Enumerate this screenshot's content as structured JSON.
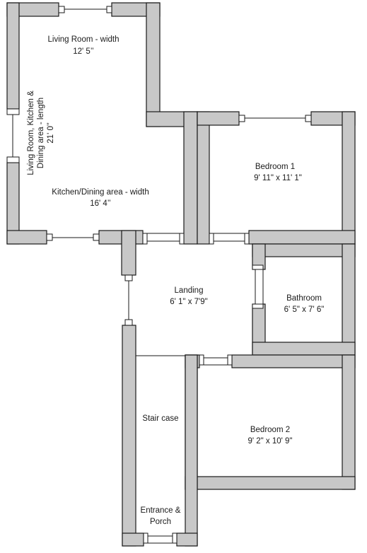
{
  "rooms": {
    "living": {
      "name": "Living Room - width",
      "size": "12' 5’’"
    },
    "length": {
      "line1": "Living Room, Kitchen &",
      "line2": "Dining area - length",
      "size": "21' 0’’"
    },
    "kitchen": {
      "name": "Kitchen/Dining area - width",
      "size": "16' 4’’"
    },
    "bedroom1": {
      "name": "Bedroom 1",
      "size": "9' 11\" x 11' 1\""
    },
    "landing": {
      "name": "Landing",
      "size": "6' 1\" x 7'9\""
    },
    "bathroom": {
      "name": "Bathroom",
      "size": "6' 5\" x 7' 6\""
    },
    "bedroom2": {
      "name": "Bedroom 2",
      "size": "9' 2\" x 10' 9\""
    },
    "stairs": {
      "name": "Stair case"
    },
    "entrance": {
      "line1": "Entrance &",
      "line2": "Porch"
    }
  },
  "colors": {
    "wall": "#c8c8c8",
    "outline": "#1a1a1a",
    "background": "#ffffff"
  }
}
